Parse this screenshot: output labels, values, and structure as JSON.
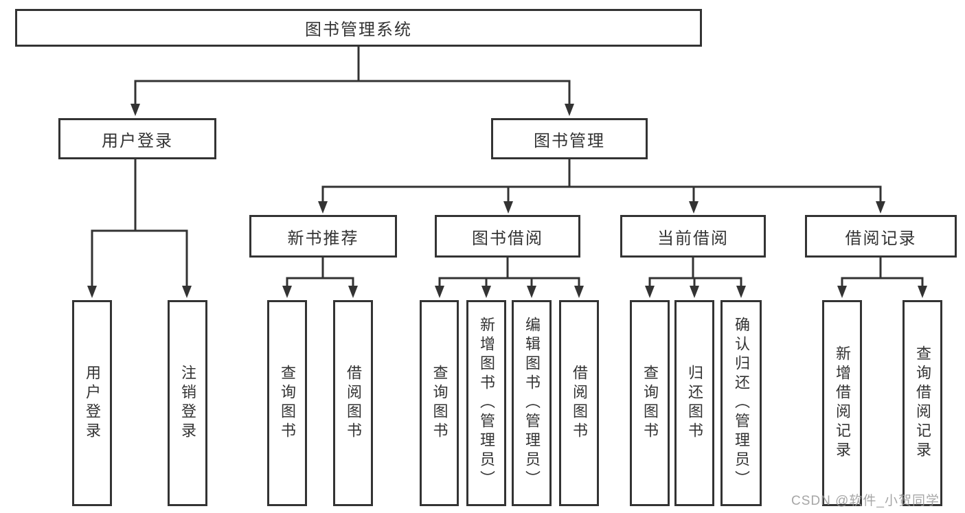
{
  "diagram": {
    "root": {
      "label": "图书管理系统",
      "children": [
        {
          "label": "用户登录",
          "children": [
            {
              "label": "用户登录"
            },
            {
              "label": "注销登录"
            }
          ]
        },
        {
          "label": "图书管理",
          "children": [
            {
              "label": "新书推荐",
              "children": [
                {
                  "label": "查询图书"
                },
                {
                  "label": "借阅图书"
                }
              ]
            },
            {
              "label": "图书借阅",
              "children": [
                {
                  "label": "查询图书"
                },
                {
                  "label": "新增图书（管理员）"
                },
                {
                  "label": "编辑图书（管理员）"
                },
                {
                  "label": "借阅图书"
                }
              ]
            },
            {
              "label": "当前借阅",
              "children": [
                {
                  "label": "查询图书"
                },
                {
                  "label": "归还图书"
                },
                {
                  "label": "确认归还（管理员）"
                }
              ]
            },
            {
              "label": "借阅记录",
              "children": [
                {
                  "label": "新增借阅记录"
                },
                {
                  "label": "查询借阅记录"
                }
              ]
            }
          ]
        }
      ]
    },
    "colors": {
      "line": "#333333",
      "text": "#333333",
      "background": "#ffffff",
      "watermark": "#969696"
    }
  },
  "watermark": {
    "text": "CSDN @软件_小贺同学"
  }
}
